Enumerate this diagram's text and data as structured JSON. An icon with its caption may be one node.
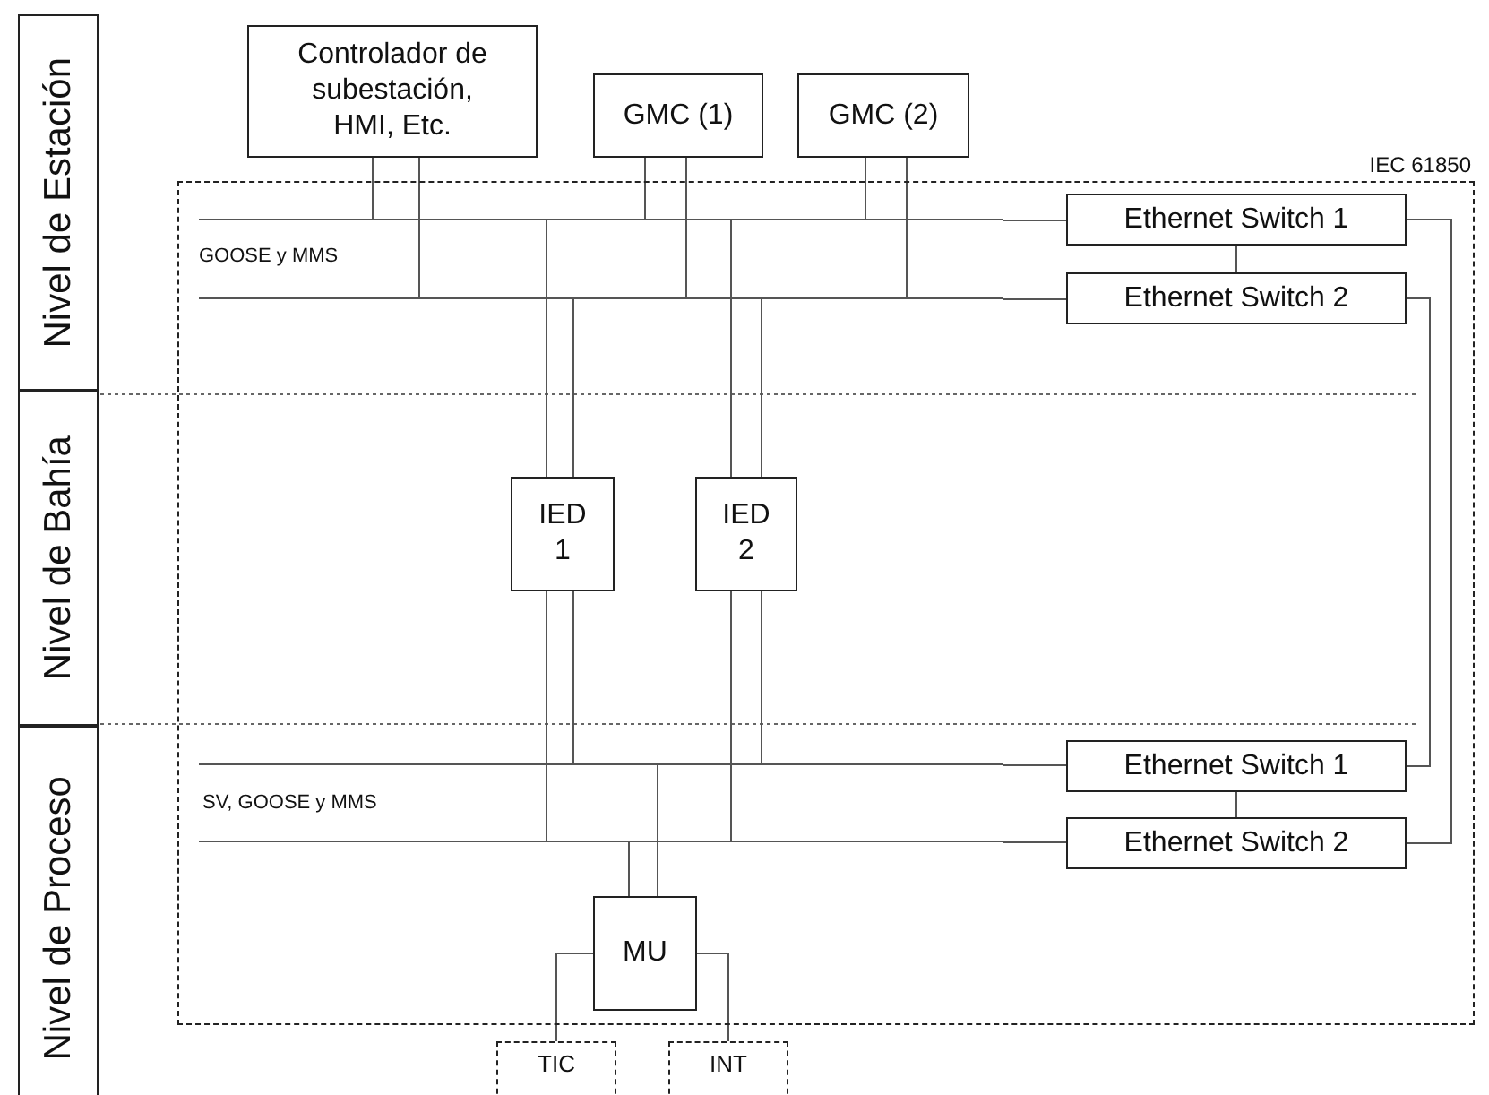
{
  "diagram": {
    "nodes": [
      {
        "text": [
          "Nivel de Estación"
        ]
      },
      {
        "text": [
          "Nivel de Bahía"
        ]
      },
      {
        "text": [
          "Nivel de Proceso"
        ]
      },
      {
        "text": [
          "IEC 61850"
        ]
      },
      {
        "text": [
          "Controlador de subestación, HMI, Etc."
        ]
      },
      {
        "text": [
          "GMC (1)"
        ]
      },
      {
        "text": [
          "GMC (2)"
        ]
      },
      {
        "text": [],
        "shape": "bar",
        "in": 3
      },
      {
        "text": [],
        "shape": "bar",
        "in": 3
      },
      {
        "text": [
          "Ethernet Switch 1"
        ],
        "in": 3
      },
      {
        "text": [
          "Ethernet Switch 2"
        ],
        "in": 3
      },
      {
        "text": [
          "IED 1"
        ],
        "in": 3
      },
      {
        "text": [
          "IED 2"
        ],
        "in": 3
      },
      {
        "text": [],
        "shape": "bar",
        "in": 3
      },
      {
        "text": [],
        "shape": "bar",
        "in": 3
      },
      {
        "text": [
          "Ethernet Switch 1"
        ],
        "in": 3
      },
      {
        "text": [
          "Ethernet Switch 2"
        ],
        "in": 3
      },
      {
        "text": [
          "MU"
        ],
        "in": 3
      },
      {
        "text": [
          "TIC"
        ]
      },
      {
        "text": [
          "INT"
        ]
      }
    ],
    "edges": [
      {
        "from": 4,
        "to": 7,
        "arrow": "none"
      },
      {
        "from": 4,
        "to": 8,
        "arrow": "none"
      },
      {
        "from": 5,
        "to": 7,
        "arrow": "none"
      },
      {
        "from": 5,
        "to": 8,
        "arrow": "none"
      },
      {
        "from": 6,
        "to": 7,
        "arrow": "none"
      },
      {
        "from": 6,
        "to": 8,
        "arrow": "none"
      },
      {
        "from": 7,
        "to": 9,
        "arrow": "none"
      },
      {
        "from": 8,
        "to": 10,
        "arrow": "none"
      },
      {
        "from": 9,
        "to": 10,
        "arrow": "none"
      },
      {
        "from": 11,
        "to": 7,
        "arrow": "none"
      },
      {
        "from": 11,
        "to": 8,
        "arrow": "none"
      },
      {
        "from": 12,
        "to": 7,
        "arrow": "none"
      },
      {
        "from": 12,
        "to": 8,
        "arrow": "none"
      },
      {
        "from": 11,
        "to": 14,
        "arrow": "none"
      },
      {
        "from": 11,
        "to": 13,
        "arrow": "none"
      },
      {
        "from": 12,
        "to": 14,
        "arrow": "none"
      },
      {
        "from": 12,
        "to": 13,
        "arrow": "none"
      },
      {
        "from": 17,
        "to": 14,
        "arrow": "none"
      },
      {
        "from": 17,
        "to": 13,
        "arrow": "none"
      },
      {
        "from": 13,
        "to": 15,
        "arrow": "none"
      },
      {
        "from": 14,
        "to": 16,
        "arrow": "none"
      },
      {
        "from": 15,
        "to": 16,
        "arrow": "none"
      },
      {
        "from": 9,
        "to": 16,
        "arrow": "none"
      },
      {
        "from": 10,
        "to": 15,
        "arrow": "none"
      },
      {
        "from": 17,
        "to": 18,
        "arrow": "none"
      },
      {
        "from": 17,
        "to": 19,
        "arrow": "none"
      }
    ],
    "labels": [
      "GOOSE y MMS",
      "SV, GOOSE y MMS"
    ]
  }
}
